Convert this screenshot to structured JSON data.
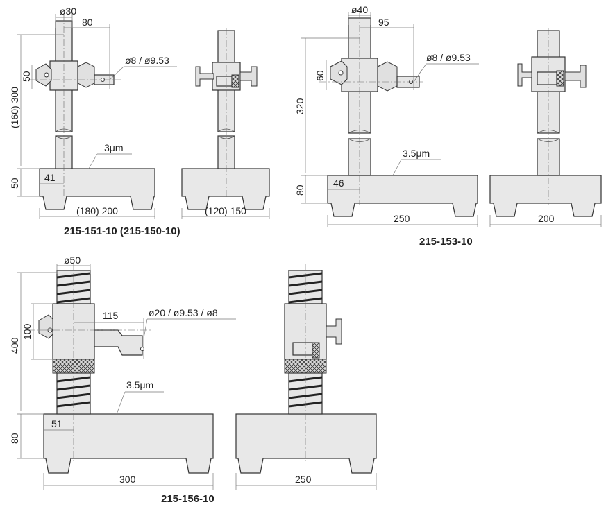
{
  "stand1": {
    "diameter": "ø30",
    "reach": "80",
    "clamp_range": "ø8 / ø9.53",
    "arm_height": "50",
    "column_height": "(160) 300",
    "flatness": "3μm",
    "base_height": "50",
    "center_offset": "41",
    "base_width": "(180) 200",
    "side_depth": "(120) 150",
    "model": "215-151-10 (215-150-10)"
  },
  "stand2": {
    "diameter": "ø40",
    "reach": "95",
    "clamp_range": "ø8 / ø9.53",
    "arm_height": "60",
    "column_height": "320",
    "flatness": "3.5μm",
    "base_height": "80",
    "center_offset": "46",
    "base_width": "250",
    "side_depth": "200",
    "model": "215-153-10"
  },
  "stand3": {
    "diameter": "ø50",
    "reach": "115",
    "clamp_range": "ø20 / ø9.53 / ø8",
    "arm_height": "100",
    "column_height": "400",
    "flatness": "3.5μm",
    "base_height": "80",
    "center_offset": "51",
    "base_width": "300",
    "side_depth": "250",
    "model": "215-156-10"
  }
}
